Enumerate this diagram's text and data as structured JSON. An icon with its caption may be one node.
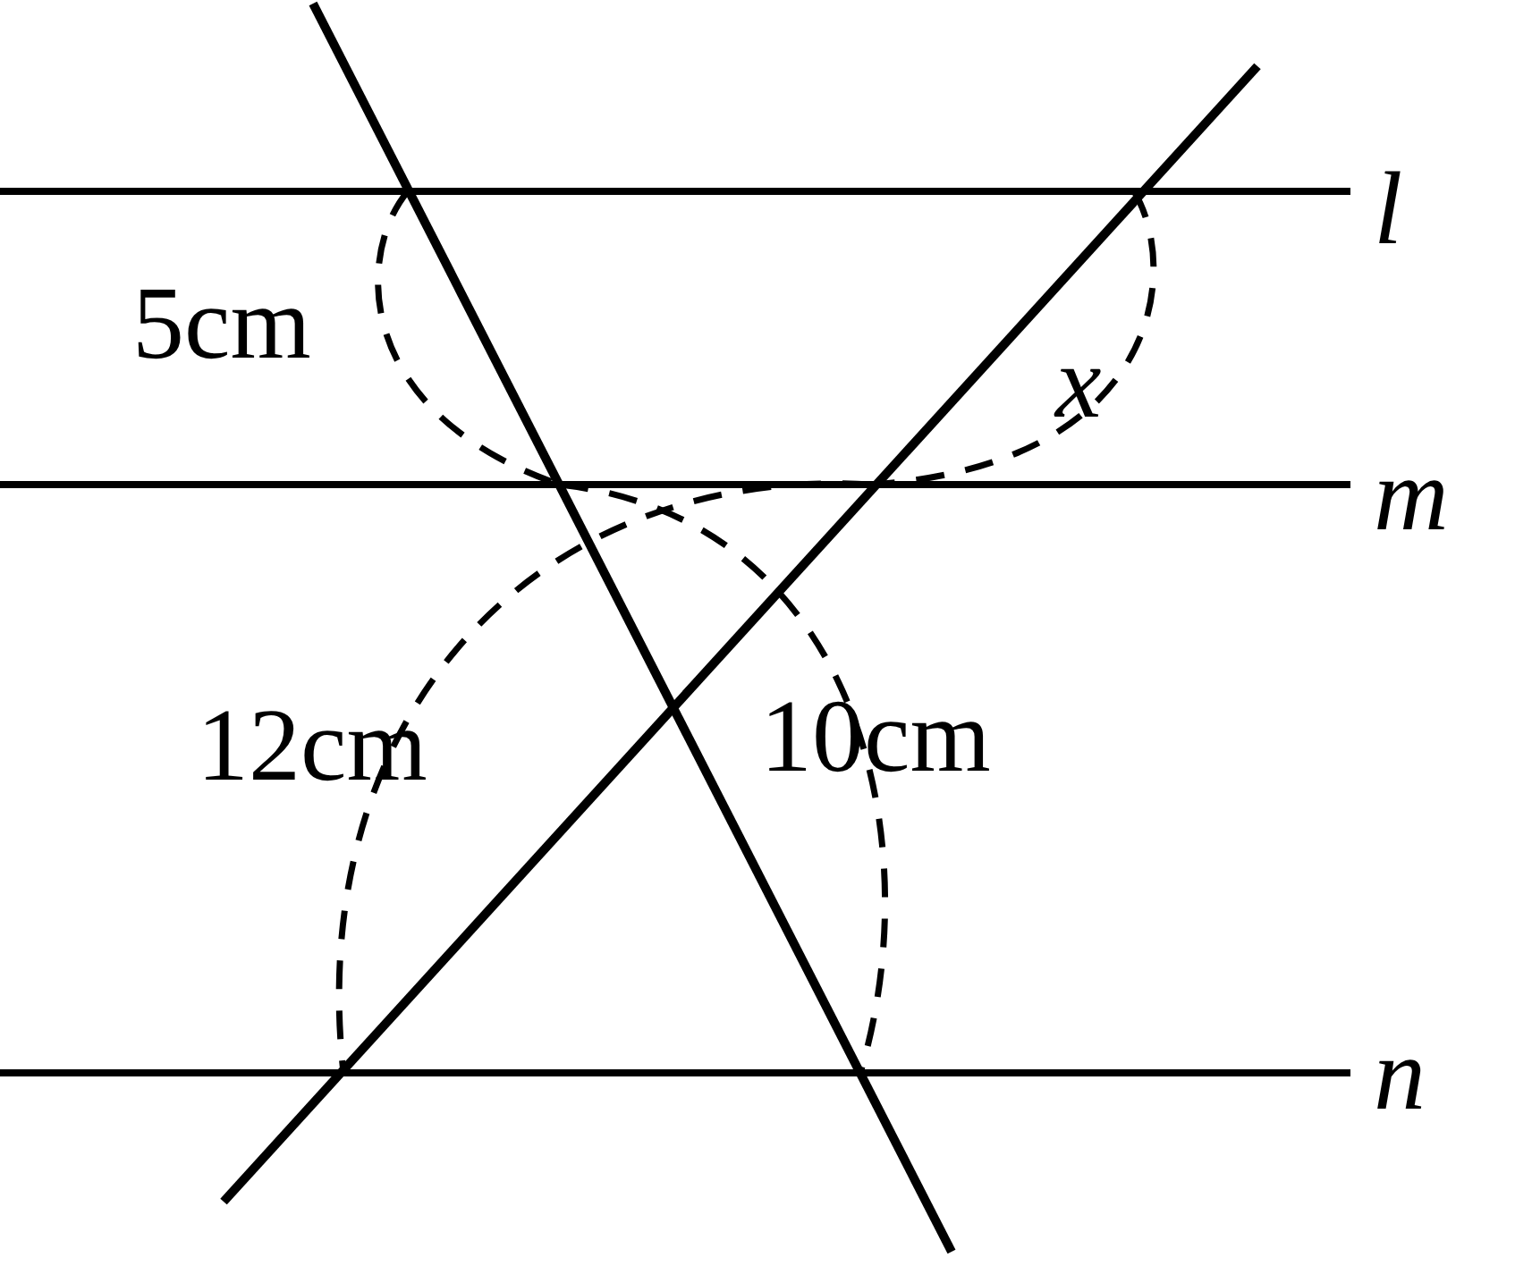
{
  "diagram": {
    "labels": [
      "l",
      "5cm",
      "x",
      "m",
      "12cm",
      "10cm",
      "n"
    ]
  }
}
